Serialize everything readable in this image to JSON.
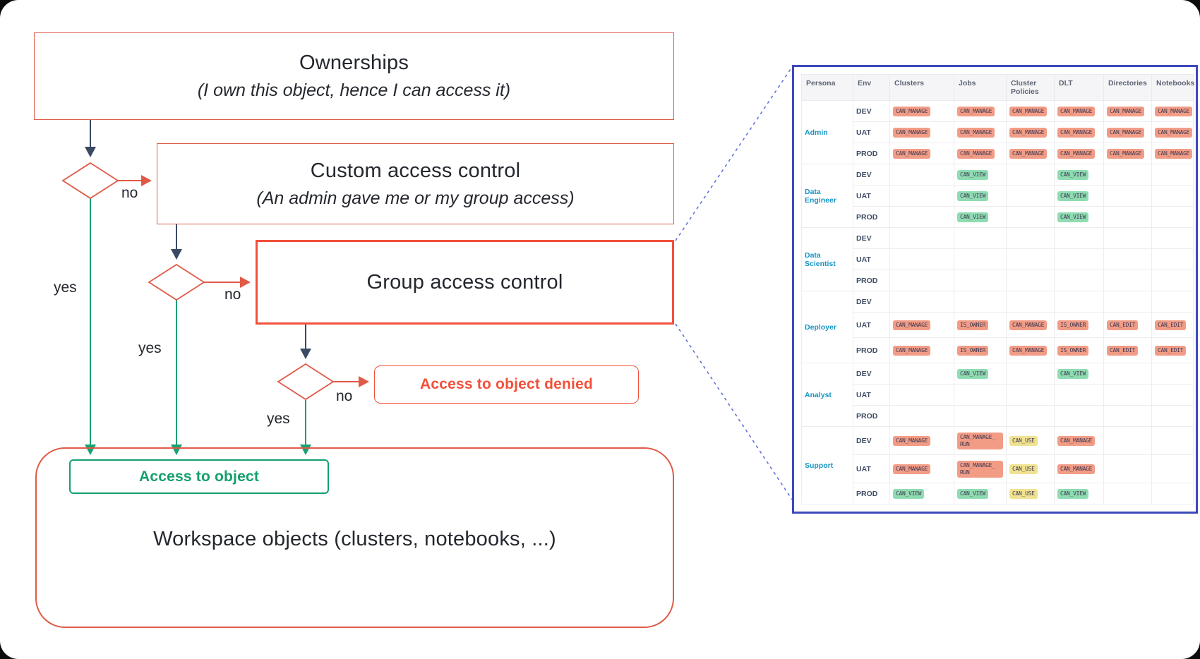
{
  "flowchart": {
    "ownerships": {
      "title": "Ownerships",
      "subtitle": "(I own this object, hence I can access it)"
    },
    "custom_access": {
      "title": "Custom access control",
      "subtitle": "(An admin gave me or my group access)"
    },
    "group_access": {
      "title": "Group access control"
    },
    "denied": {
      "label": "Access to object denied"
    },
    "access": {
      "label": "Access to object"
    },
    "workspace": {
      "label": "Workspace objects (clusters, notebooks, ...)"
    },
    "yes_label": "yes",
    "no_label": "no"
  },
  "colors": {
    "box_border_red": "#e05a47",
    "highlight_border_red": "#f2503a",
    "arrow_navy": "#3a4a63",
    "arrow_teal": "#17a173",
    "access_green": "#13a06b",
    "dashed_blue": "#6272d8",
    "table_frame_navy": "#3c49bd",
    "cell_red": "#f9ac99",
    "cell_green": "#a6eac6",
    "cell_yellow": "#fbf0b3",
    "persona_cyan": "#1695c5"
  },
  "table": {
    "columns": [
      "Persona",
      "Env",
      "Clusters",
      "Jobs",
      "Cluster Policies",
      "DLT",
      "Directories",
      "Notebooks"
    ],
    "personas": [
      {
        "name": "Admin",
        "rows": [
          {
            "env": "DEV",
            "cells": [
              [
                "CAN_MANAGE",
                "red"
              ],
              [
                "CAN_MANAGE",
                "red"
              ],
              [
                "CAN_MANAGE",
                "red"
              ],
              [
                "CAN_MANAGE",
                "red"
              ],
              [
                "CAN_MANAGE",
                "red"
              ],
              [
                "CAN_MANAGE",
                "red"
              ]
            ]
          },
          {
            "env": "UAT",
            "cells": [
              [
                "CAN_MANAGE",
                "red"
              ],
              [
                "CAN_MANAGE",
                "red"
              ],
              [
                "CAN_MANAGE",
                "red"
              ],
              [
                "CAN_MANAGE",
                "red"
              ],
              [
                "CAN_MANAGE",
                "red"
              ],
              [
                "CAN_MANAGE",
                "red"
              ]
            ]
          },
          {
            "env": "PROD",
            "cells": [
              [
                "CAN_MANAGE",
                "red"
              ],
              [
                "CAN_MANAGE",
                "red"
              ],
              [
                "CAN_MANAGE",
                "red"
              ],
              [
                "CAN_MANAGE",
                "red"
              ],
              [
                "CAN_MANAGE",
                "red"
              ],
              [
                "CAN_MANAGE",
                "red"
              ]
            ]
          }
        ]
      },
      {
        "name": "Data Engineer",
        "rows": [
          {
            "env": "DEV",
            "cells": [
              null,
              [
                "CAN_VIEW",
                "green"
              ],
              null,
              [
                "CAN_VIEW",
                "green"
              ],
              null,
              null
            ]
          },
          {
            "env": "UAT",
            "cells": [
              null,
              [
                "CAN_VIEW",
                "green"
              ],
              null,
              [
                "CAN_VIEW",
                "green"
              ],
              null,
              null
            ]
          },
          {
            "env": "PROD",
            "cells": [
              null,
              [
                "CAN_VIEW",
                "green"
              ],
              null,
              [
                "CAN_VIEW",
                "green"
              ],
              null,
              null
            ]
          }
        ]
      },
      {
        "name": "Data Scientist",
        "rows": [
          {
            "env": "DEV",
            "cells": [
              null,
              null,
              null,
              null,
              null,
              null
            ]
          },
          {
            "env": "UAT",
            "cells": [
              null,
              null,
              null,
              null,
              null,
              null
            ]
          },
          {
            "env": "PROD",
            "cells": [
              null,
              null,
              null,
              null,
              null,
              null
            ]
          }
        ]
      },
      {
        "name": "Deployer",
        "rows": [
          {
            "env": "DEV",
            "cells": [
              null,
              null,
              null,
              null,
              null,
              null
            ]
          },
          {
            "env": "UAT",
            "size": "mid",
            "cells": [
              [
                "CAN_MANAGE",
                "red"
              ],
              [
                "IS_OWNER",
                "red"
              ],
              [
                "CAN_MANAGE",
                "red"
              ],
              [
                "IS_OWNER",
                "red"
              ],
              [
                "CAN_EDIT",
                "red"
              ],
              [
                "CAN_EDIT",
                "red"
              ]
            ]
          },
          {
            "env": "PROD",
            "size": "mid",
            "cells": [
              [
                "CAN_MANAGE",
                "red"
              ],
              [
                "IS_OWNER",
                "red"
              ],
              [
                "CAN_MANAGE",
                "red"
              ],
              [
                "IS_OWNER",
                "red"
              ],
              [
                "CAN_EDIT",
                "red"
              ],
              [
                "CAN_EDIT",
                "red"
              ]
            ]
          }
        ]
      },
      {
        "name": "Analyst",
        "rows": [
          {
            "env": "DEV",
            "cells": [
              null,
              [
                "CAN_VIEW",
                "green"
              ],
              null,
              [
                "CAN_VIEW",
                "green"
              ],
              null,
              null
            ]
          },
          {
            "env": "UAT",
            "cells": [
              null,
              null,
              null,
              null,
              null,
              null
            ]
          },
          {
            "env": "PROD",
            "cells": [
              null,
              null,
              null,
              null,
              null,
              null
            ]
          }
        ]
      },
      {
        "name": "Support",
        "rows": [
          {
            "env": "DEV",
            "size": "tall",
            "cells": [
              [
                "CAN_MANAGE",
                "red"
              ],
              [
                "CAN_MANAGE_RUN",
                "red"
              ],
              [
                "CAN_USE",
                "yellow"
              ],
              [
                "CAN_MANAGE",
                "red"
              ],
              null,
              null
            ]
          },
          {
            "env": "UAT",
            "size": "tall",
            "cells": [
              [
                "CAN_MANAGE",
                "red"
              ],
              [
                "CAN_MANAGE_RUN",
                "red"
              ],
              [
                "CAN_USE",
                "yellow"
              ],
              [
                "CAN_MANAGE",
                "red"
              ],
              null,
              null
            ]
          },
          {
            "env": "PROD",
            "cells": [
              [
                "CAN_VIEW",
                "green"
              ],
              [
                "CAN_VIEW",
                "green"
              ],
              [
                "CAN_USE",
                "yellow"
              ],
              [
                "CAN_VIEW",
                "green"
              ],
              null,
              null
            ]
          }
        ]
      }
    ]
  }
}
